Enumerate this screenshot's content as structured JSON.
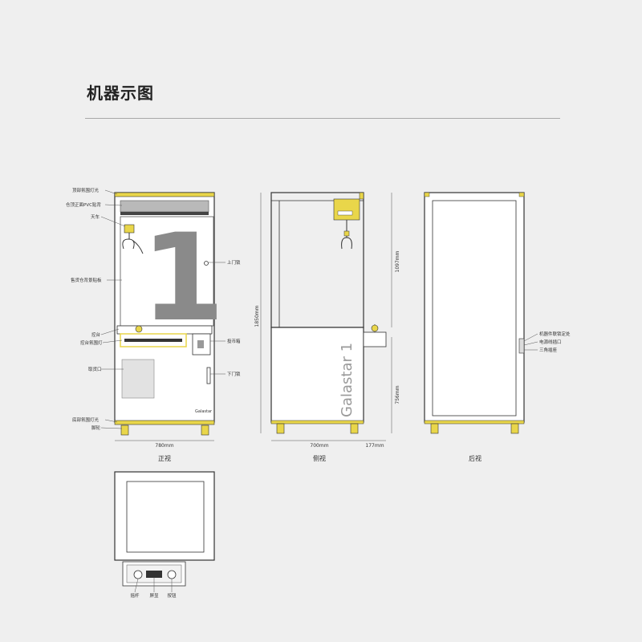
{
  "title": "机器示图",
  "views": {
    "front": "正视",
    "side": "侧视",
    "back": "后视"
  },
  "front_callouts_left": {
    "top_light": "顶部氛围灯光",
    "pvc_sticker": "仓顶正面PVC贴背",
    "crane": "天车",
    "backdrop": "售货仓背景贴板",
    "control_panel": "控台",
    "panel_light": "控台氛围灯",
    "pickup": "取货口",
    "bottom_light": "底部氛围灯光",
    "wheels": "脚轮"
  },
  "front_callouts_right": {
    "upper_lock": "上门锁",
    "coin_box": "投币箱",
    "lower_lock": "下门锁"
  },
  "back_callouts": {
    "network": "机器件联锁定处",
    "power": "电源线插口",
    "switch": "三角插座"
  },
  "top_callouts": {
    "joystick": "摇杆",
    "display": "屏显",
    "button": "按钮"
  },
  "dimensions": {
    "front_width": "780mm",
    "side_width": "700mm",
    "side_depth_extra": "177mm",
    "height_total": "1850mm",
    "height_upper": "1097mm",
    "height_lower": "756mm"
  },
  "branding": {
    "front_number": "1",
    "brand": "Galastar 1",
    "small_brand": "Galastar"
  },
  "colors": {
    "background": "#efefef",
    "line": "#333333",
    "accent_yellow": "#e9d64a",
    "big_number": "#8a8a8a"
  }
}
